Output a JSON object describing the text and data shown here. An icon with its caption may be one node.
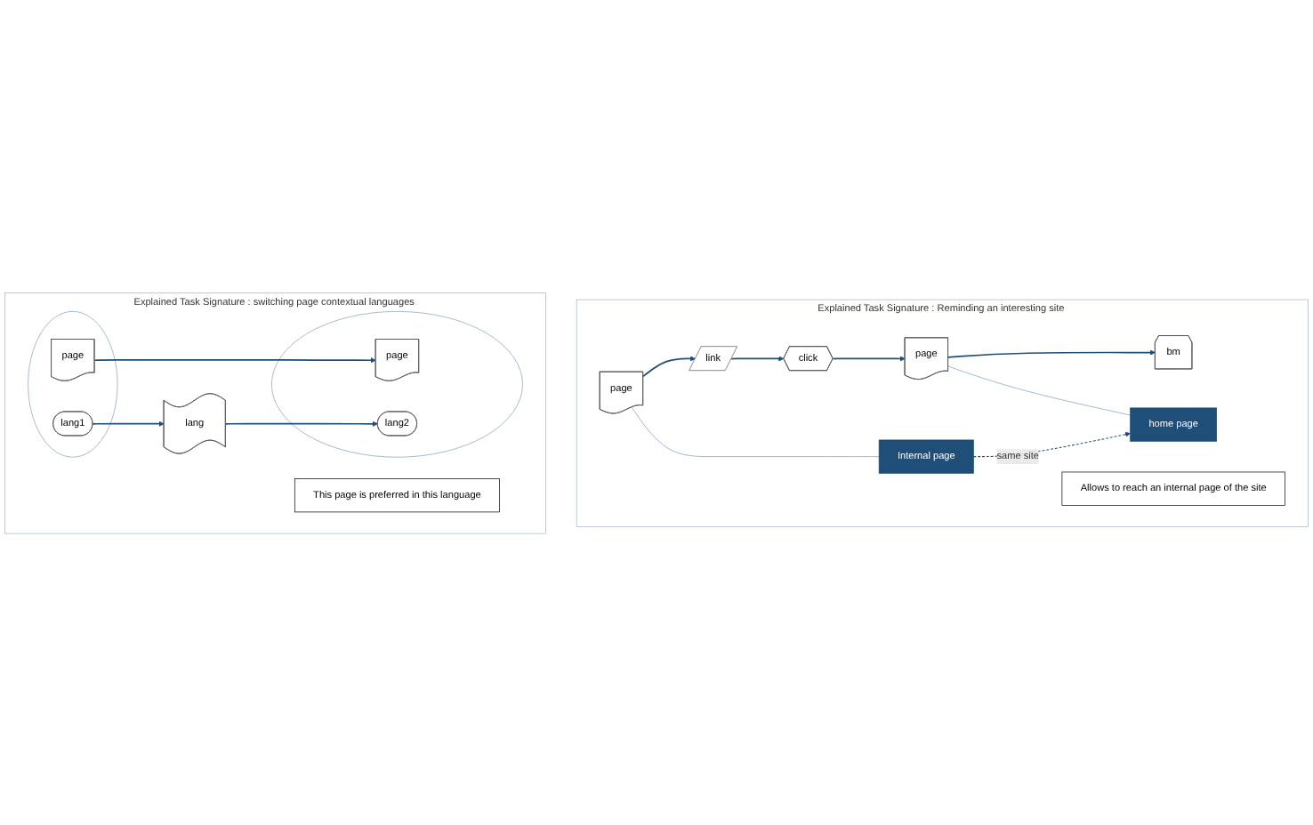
{
  "diagram": {
    "nodes": [
      {
        "text": [
          "Explained Task Signature : Reminding an interesting site"
        ]
      },
      {
        "text": [
          "page"
        ],
        "in": 0
      },
      {
        "text": [
          "link"
        ],
        "in": 0
      },
      {
        "text": [
          "click"
        ],
        "in": 0
      },
      {
        "text": [
          "page"
        ],
        "in": 0
      },
      {
        "text": [
          "bm"
        ],
        "in": 0
      },
      {
        "text": [
          "Internal page"
        ],
        "in": 0
      },
      {
        "text": [
          "home page"
        ],
        "in": 0
      },
      {
        "text": [
          "Allows to reach an internal page of the site"
        ],
        "in": 0
      },
      {
        "text": [
          "Explained Task Signature : switching page contextual languages"
        ]
      },
      {
        "text": [],
        "shape": "circle",
        "in": 9
      },
      {
        "text": [
          "page"
        ],
        "in": 10
      },
      {
        "text": [
          "lang1"
        ],
        "in": 10
      },
      {
        "text": [
          "lang"
        ],
        "in": 9
      },
      {
        "text": [],
        "shape": "circle",
        "in": 9
      },
      {
        "text": [
          "page"
        ],
        "in": 14
      },
      {
        "text": [
          "lang2"
        ],
        "in": 14
      },
      {
        "text": [
          "This page is preferred in this language"
        ],
        "in": 9
      }
    ],
    "edges": [
      {
        "from": 1,
        "to": 2,
        "arrow": "to"
      },
      {
        "from": 2,
        "to": 3,
        "arrow": "to"
      },
      {
        "from": 3,
        "to": 4,
        "arrow": "to"
      },
      {
        "from": 4,
        "to": 5,
        "arrow": "to"
      },
      {
        "from": 1,
        "to": 6,
        "arrow": "none",
        "color": "#8eaacb"
      },
      {
        "from": 4,
        "to": 7,
        "arrow": "none",
        "color": "#8eaacb"
      },
      {
        "from": 6,
        "to": 7,
        "arrow": "to",
        "label": "same site",
        "style": "dashed"
      },
      {
        "from": 11,
        "to": 15,
        "arrow": "to"
      },
      {
        "from": 12,
        "to": 13,
        "arrow": "to"
      },
      {
        "from": 13,
        "to": 16,
        "arrow": "to"
      }
    ]
  }
}
